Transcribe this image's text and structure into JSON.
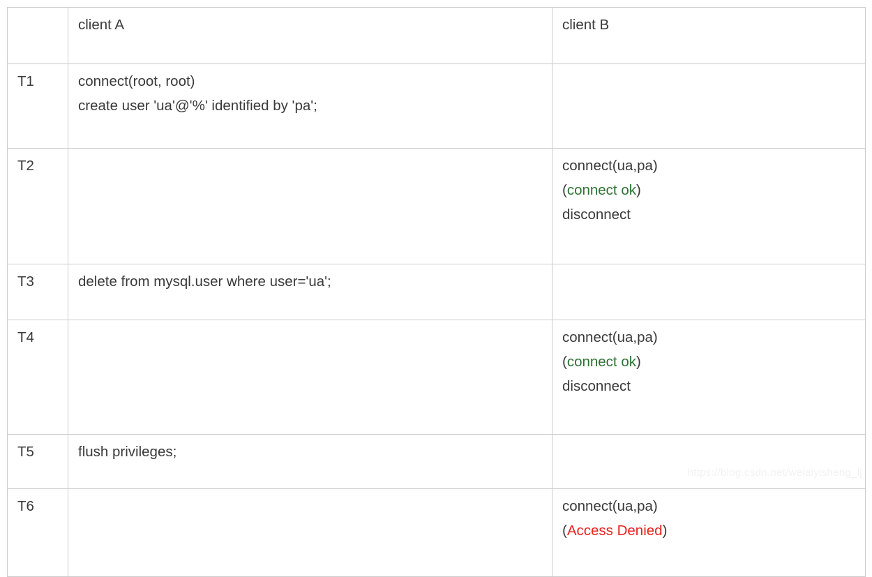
{
  "table": {
    "columns": [
      {
        "key": "time",
        "header": ""
      },
      {
        "key": "client_a",
        "header": "client A"
      },
      {
        "key": "client_b",
        "header": "client B"
      }
    ],
    "rows": [
      {
        "time": "T1",
        "client_a_lines": [
          {
            "text": "connect(root, root)"
          },
          {
            "text": "create user 'ua'@'%' identified by 'pa';"
          }
        ],
        "client_b_lines": []
      },
      {
        "time": "T2",
        "client_a_lines": [],
        "client_b_lines": [
          {
            "text": "connect(ua,pa)"
          },
          {
            "open": "(",
            "status": "connect ok",
            "status_color": "green",
            "close": ")"
          },
          {
            "text": "disconnect"
          }
        ]
      },
      {
        "time": "T3",
        "client_a_lines": [
          {
            "text": "delete from mysql.user where user='ua';"
          }
        ],
        "client_b_lines": []
      },
      {
        "time": "T4",
        "client_a_lines": [],
        "client_b_lines": [
          {
            "text": "connect(ua,pa)"
          },
          {
            "open": "(",
            "status": "connect ok",
            "status_color": "green",
            "close": ")"
          },
          {
            "text": "disconnect"
          }
        ]
      },
      {
        "time": "T5",
        "client_a_lines": [
          {
            "text": "flush privileges;"
          }
        ],
        "client_b_lines": []
      },
      {
        "time": "T6",
        "client_a_lines": [],
        "client_b_lines": [
          {
            "text": "connect(ua,pa)"
          },
          {
            "open": "(",
            "status": "Access Denied",
            "status_color": "red",
            "close": ")"
          }
        ]
      }
    ]
  },
  "colors": {
    "border": "#cccccc",
    "text": "#3a3a3a",
    "success": "#2d7232",
    "error": "#e8231e",
    "watermark": "#f2f2f2"
  },
  "watermark": {
    "text": "https://blog.csdn.net/weiaiyisheng_lj"
  }
}
